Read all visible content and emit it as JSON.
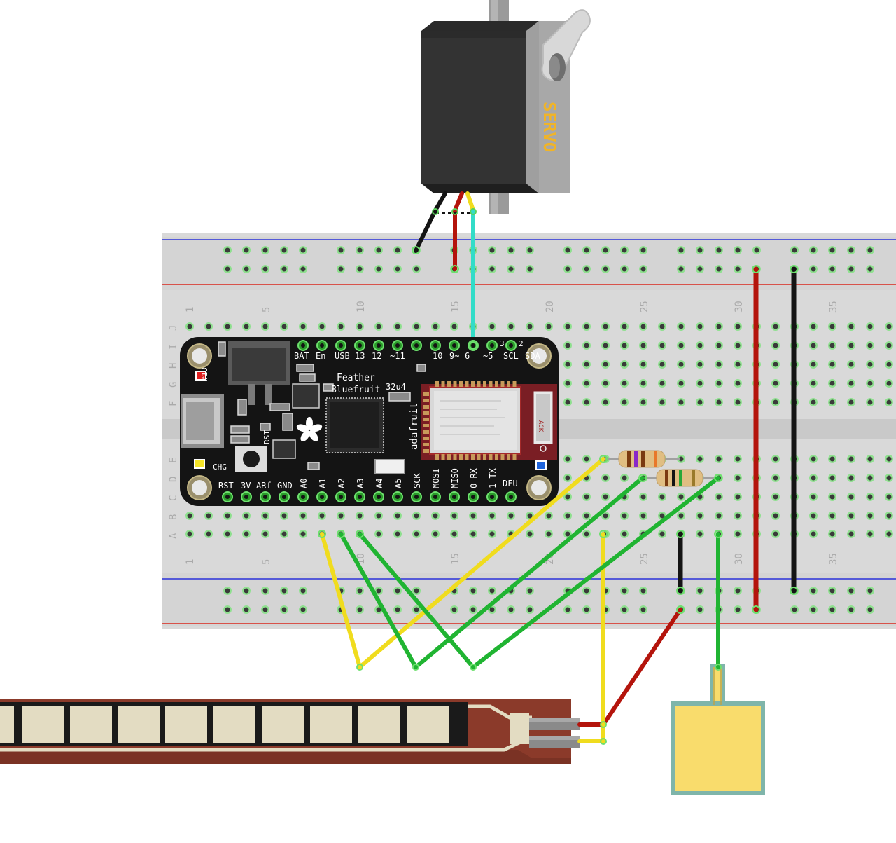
{
  "breadboard": {
    "column_numbers": [
      "1",
      "5",
      "10",
      "15",
      "20",
      "25",
      "30",
      "35"
    ],
    "row_letters_top": [
      "J",
      "I",
      "H",
      "G",
      "F"
    ],
    "row_letters_bottom": [
      "E",
      "D",
      "C",
      "B",
      "A"
    ]
  },
  "servo": {
    "label": "SERVO"
  },
  "feather": {
    "name_line1": "Feather",
    "name_line2": "Bluefruit",
    "chip_label": "32u4",
    "vertical_brand": "adafruit",
    "top_pins": [
      "BAT",
      "En",
      "USB",
      "13",
      "12",
      "~11",
      "10",
      "9~",
      "6",
      "~5",
      "SCL",
      "SDA"
    ],
    "top_small": [
      "3",
      "2"
    ],
    "bottom_pins": [
      "RST",
      "3V",
      "ARf",
      "GND",
      "A0",
      "A1",
      "A2",
      "A3",
      "A4",
      "A5",
      "SCK",
      "MOSI",
      "MISO",
      "0 RX",
      "1 TX",
      "DFU"
    ],
    "side_labels": {
      "led13": "#13",
      "chg": "CHG",
      "rst": "RST"
    },
    "ack_label": "ACK"
  },
  "colors": {
    "breadboard": "#d9d9d9",
    "rail_red": "#d9261c",
    "rail_blue": "#2b32d9",
    "board": "#141414",
    "wire_red": "#b4140c",
    "wire_black": "#141414",
    "wire_yellow": "#f0dc1e",
    "wire_green": "#20b432",
    "wire_cyan": "#32dcc8",
    "flex": "#8b3a2a",
    "fsr_pad": "#f9dc6c",
    "fsr_border": "#7fb5aa"
  },
  "components": [
    "servo-motor",
    "feather-bluefruit-board",
    "flex-sensor",
    "force-sensitive-resistor",
    "resistor-1",
    "resistor-2"
  ]
}
